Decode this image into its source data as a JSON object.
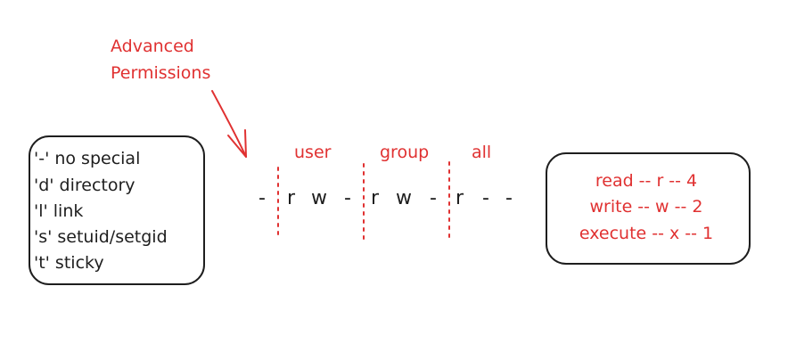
{
  "colors": {
    "ink": "#1e1e1e",
    "accent": "#e03131",
    "background": "#ffffff"
  },
  "annotation": {
    "line1": "Advanced",
    "line2": "Permissions"
  },
  "file_types": [
    "'-' no special",
    "'d' directory",
    "'l' link",
    "'s' setuid/setgid",
    "'t' sticky"
  ],
  "groups": [
    "user",
    "group",
    "all"
  ],
  "permission_string": {
    "type": "-",
    "user": [
      "r",
      "w",
      "-"
    ],
    "group": [
      "r",
      "w",
      "-"
    ],
    "all": [
      "r",
      "-",
      "-"
    ]
  },
  "legend": [
    "read -- r -- 4",
    "write -- w -- 2",
    "execute -- x -- 1"
  ]
}
